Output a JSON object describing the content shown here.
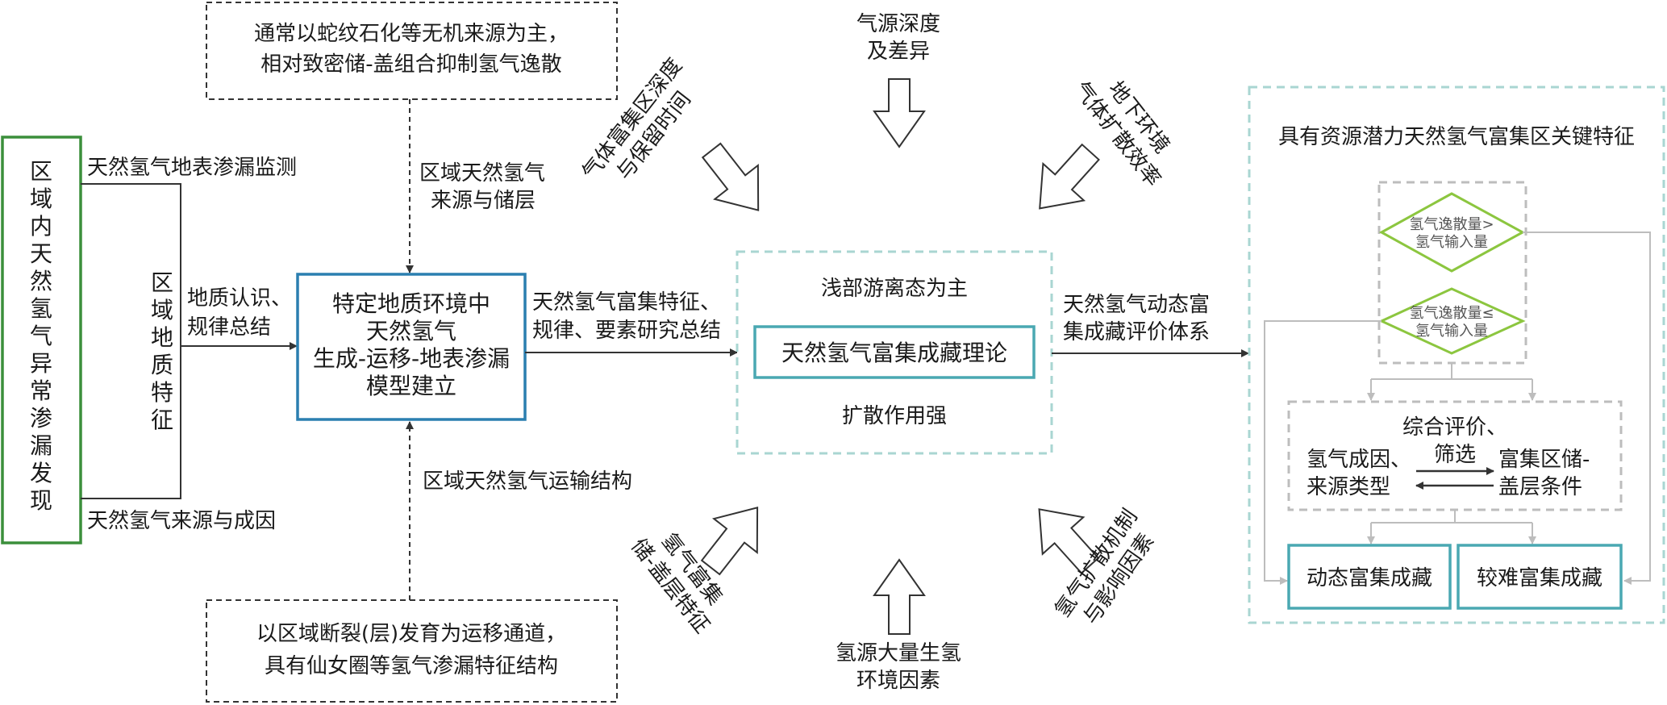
{
  "colors": {
    "green": "#3b8f3b",
    "blue": "#2b7fb0",
    "teal": "#4aa8b2",
    "dashed_teal": "#a9d6d2",
    "gray_dash": "#bdbdbd",
    "lime": "#8cc63f",
    "line": "#333333"
  },
  "discovery": {
    "chars": [
      "区",
      "域",
      "内",
      "天",
      "然",
      "氢",
      "气",
      "异",
      "常",
      "渗",
      "漏",
      "发",
      "现"
    ]
  },
  "left_labels": {
    "surface_monitoring": "天然氢气地表渗漏监测",
    "source_origin": "天然氢气来源与成因",
    "regional_geology_chars": [
      "区",
      "域",
      "地",
      "质",
      "特",
      "征"
    ],
    "cognition_line1": "地质认识、",
    "cognition_line2": "规律总结"
  },
  "top_note": {
    "line1": "通常以蛇纹石化等无机来源为主，",
    "line2": "相对致密储-盖组合抑制氢气逸散"
  },
  "bottom_note": {
    "line1": "以区域断裂(层)发育为运移通道，",
    "line2": "具有仙女圈等氢气渗漏特征结构"
  },
  "source_reservoir": {
    "line1": "区域天然氢气",
    "line2": "来源与储层"
  },
  "transport_structure": "区域天然氢气运输结构",
  "model_box": {
    "line1": "特定地质环境中",
    "line2": "天然氢气",
    "line3": "生成-运移-地表渗漏",
    "line4": "模型建立"
  },
  "summary": {
    "line1": "天然氢气富集特征、",
    "line2": "规律、要素研究总结"
  },
  "theory_box": {
    "shallow": "浅部游离态为主",
    "theory": "天然氢气富集成藏理论",
    "diffusion": "扩散作用强"
  },
  "factors": {
    "depth_retention_l1": "气体富集区深度",
    "depth_retention_l2": "与保留时间",
    "source_depth_l1": "气源深度",
    "source_depth_l2": "及差异",
    "underground_l1": "地下环境",
    "underground_l2": "气体扩散效率",
    "reservoir_seal_l1": "氢气富集",
    "reservoir_seal_l2": "储-盖层特征",
    "generation_l1": "氢源大量生氢",
    "generation_l2": "环境因素",
    "mechanism_l1": "氢气扩散机制",
    "mechanism_l2": "与影响因素"
  },
  "evaluation": {
    "line1": "天然氢气动态富",
    "line2": "集成藏评价体系"
  },
  "right_panel": {
    "title": "具有资源潜力天然氢气富集区关键特征",
    "diamond1_l1": "氢气逸散量>",
    "diamond1_l2": "氢气输入量",
    "diamond2_l1": "氢气逸散量≤",
    "diamond2_l2": "氢气输入量",
    "composite": "综合评价、",
    "cause_l1": "氢气成因、",
    "cause_l2": "来源类型",
    "screen": "筛选",
    "storage_l1": "富集区储-",
    "storage_l2": "盖层条件",
    "dynamic": "动态富集成藏",
    "difficult": "较难富集成藏"
  }
}
